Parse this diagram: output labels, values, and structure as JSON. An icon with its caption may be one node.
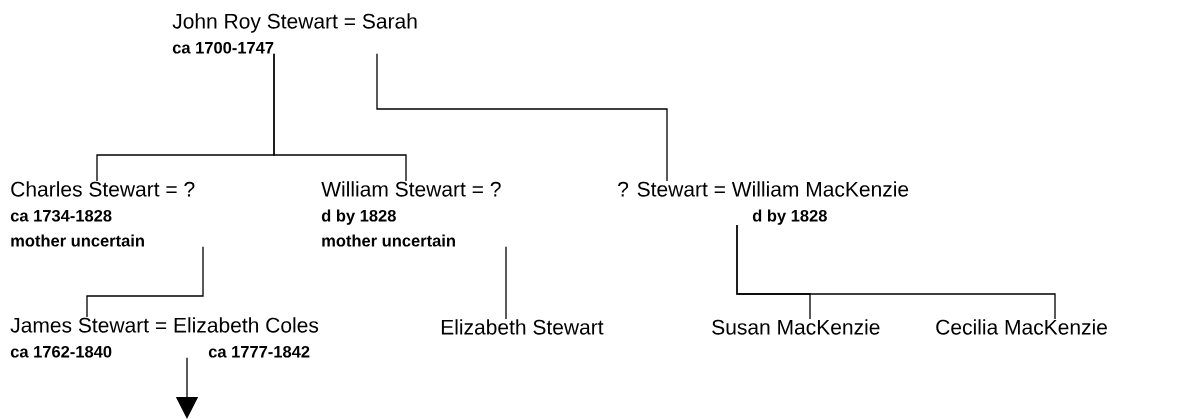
{
  "diagram": {
    "nodes": [
      {
        "text": [
          "John Roy Stewart = Sarah",
          "ca 1700-1747"
        ]
      },
      {
        "text": [
          "Charles Stewart = ?",
          "ca 1734-1828",
          "mother uncertain"
        ]
      },
      {
        "text": [
          "William Stewart = ?",
          "d by 1828",
          "mother uncertain"
        ]
      },
      {
        "text": [
          "? Stewart = William MacKenzie",
          "d by 1828"
        ]
      },
      {
        "text": [
          "James Stewart = Elizabeth Coles",
          "ca 1762-1840",
          "ca 1777-1842"
        ]
      },
      {
        "text": [
          "Elizabeth Stewart"
        ]
      },
      {
        "text": [
          "Susan MacKenzie"
        ]
      },
      {
        "text": [
          "Cecilia MacKenzie"
        ]
      }
    ],
    "edges": [
      {
        "from": 0,
        "to": 1,
        "arrow": "none"
      },
      {
        "from": 0,
        "to": 2,
        "arrow": "none"
      },
      {
        "from": 0,
        "to": 3,
        "arrow": "none"
      },
      {
        "from": 1,
        "to": 4,
        "arrow": "none"
      },
      {
        "from": 2,
        "to": 5,
        "arrow": "none"
      },
      {
        "from": 3,
        "to": 6,
        "arrow": "none"
      },
      {
        "from": 3,
        "to": 7,
        "arrow": "none"
      },
      {
        "from": 4,
        "to": null,
        "arrow": "to"
      }
    ]
  }
}
